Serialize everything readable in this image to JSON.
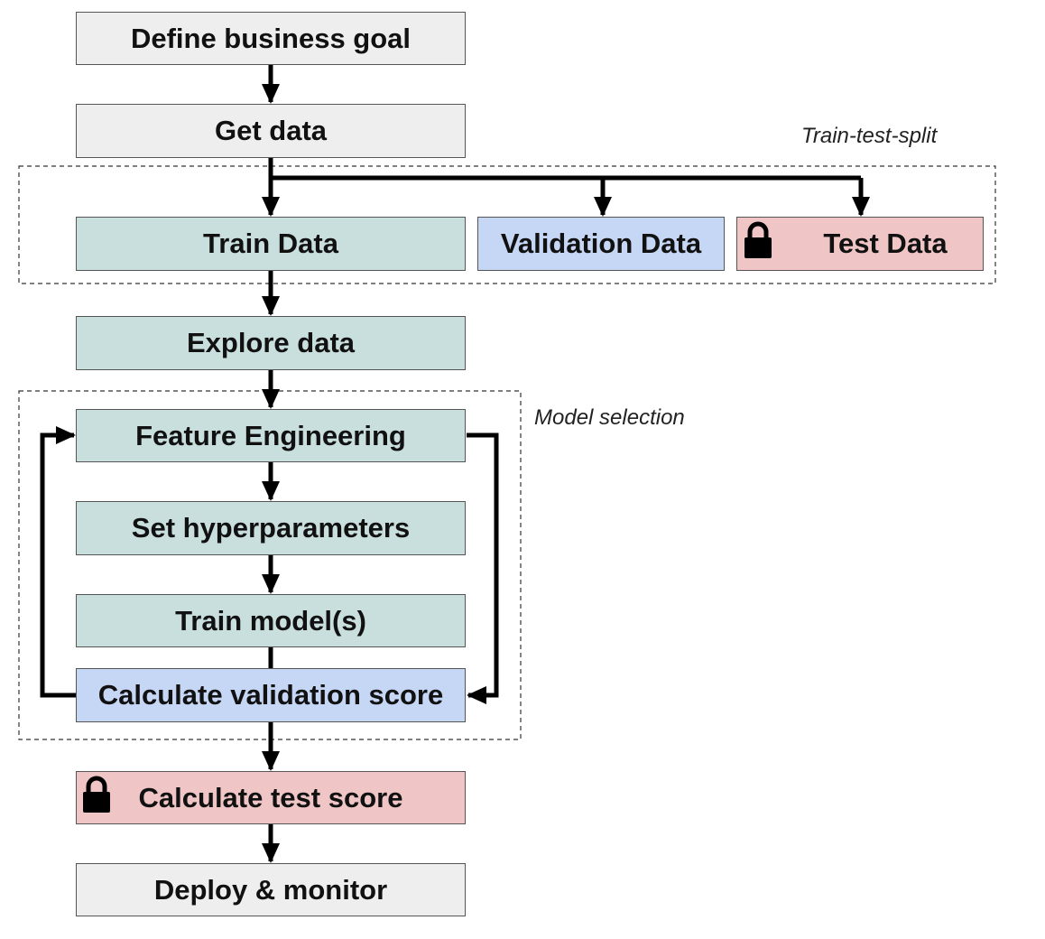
{
  "steps": {
    "define_goal": "Define business goal",
    "get_data": "Get data",
    "explore_data": "Explore data",
    "feature_engineering": "Feature Engineering",
    "set_hyperparameters": "Set hyperparameters",
    "train_models": "Train model(s)",
    "calc_validation": "Calculate validation score",
    "calc_test": "Calculate test score",
    "deploy": "Deploy & monitor"
  },
  "split": {
    "train": "Train Data",
    "validation": "Validation Data",
    "test": "Test Data"
  },
  "groups": {
    "split_label": "Train-test-split",
    "model_selection_label": "Model selection"
  },
  "colors": {
    "neutral": "#eeeeee",
    "train": "#c9dfde",
    "validation": "#c6d6f5",
    "test": "#efc5c5"
  },
  "icons": {
    "locked": "lock-icon"
  }
}
